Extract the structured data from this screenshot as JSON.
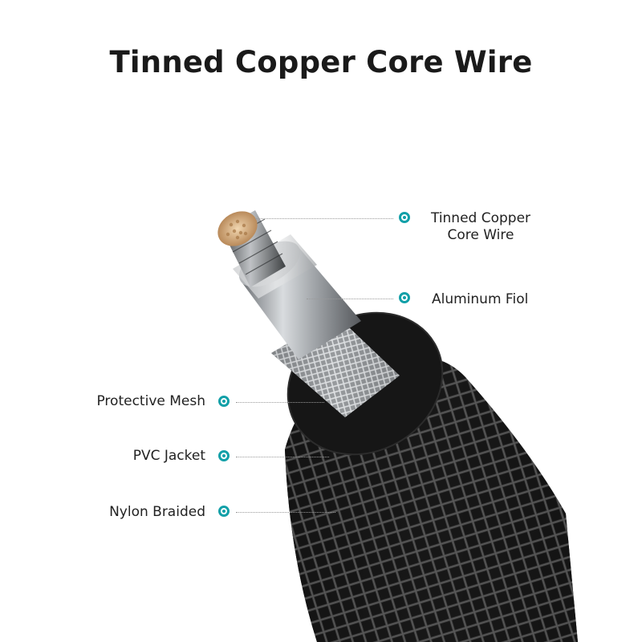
{
  "title": "Tinned Copper Core Wire",
  "accent_color": "#12a0a8",
  "layers": [
    {
      "label_line1": "Tinned Copper",
      "label_line2": "Core Wire"
    },
    {
      "label_line1": "Aluminum Fiol",
      "label_line2": ""
    },
    {
      "label_line1": "Protective Mesh",
      "label_line2": ""
    },
    {
      "label_line1": "PVC Jacket",
      "label_line2": ""
    },
    {
      "label_line1": "Nylon Braided",
      "label_line2": ""
    }
  ]
}
